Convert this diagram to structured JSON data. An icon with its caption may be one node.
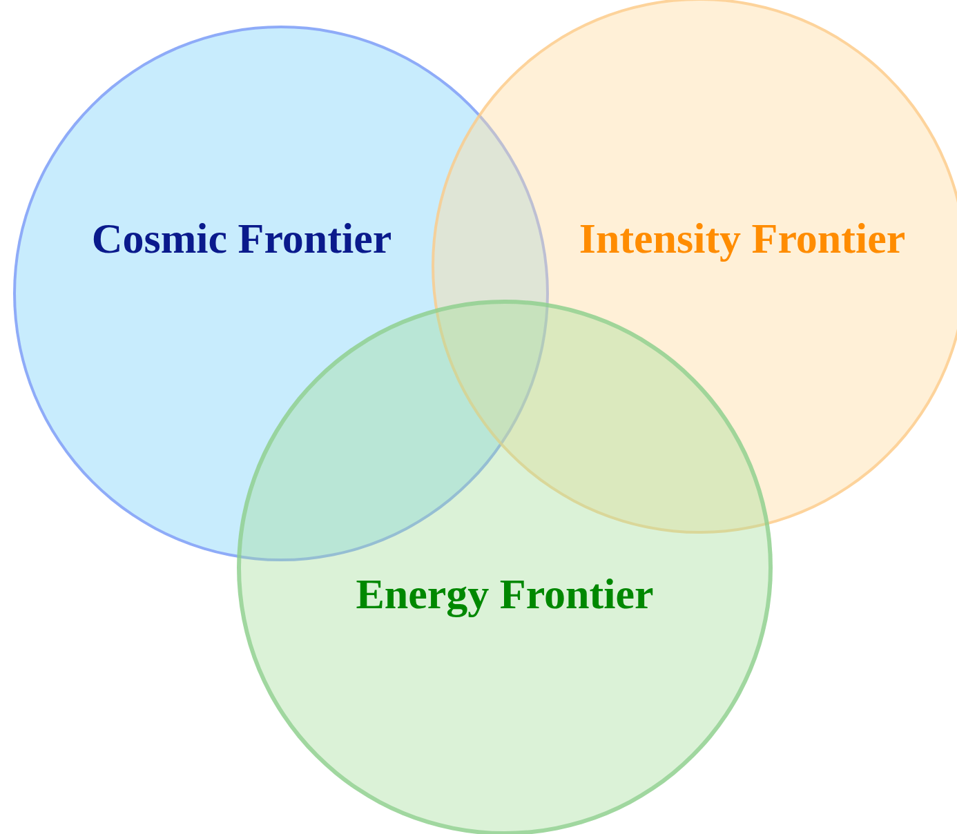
{
  "diagram": {
    "nodes": [
      {
        "text": [
          "Cosmic Frontier"
        ]
      },
      {
        "text": [
          "Intensity Frontier"
        ]
      },
      {
        "text": [
          "Energy Frontier"
        ]
      }
    ]
  }
}
